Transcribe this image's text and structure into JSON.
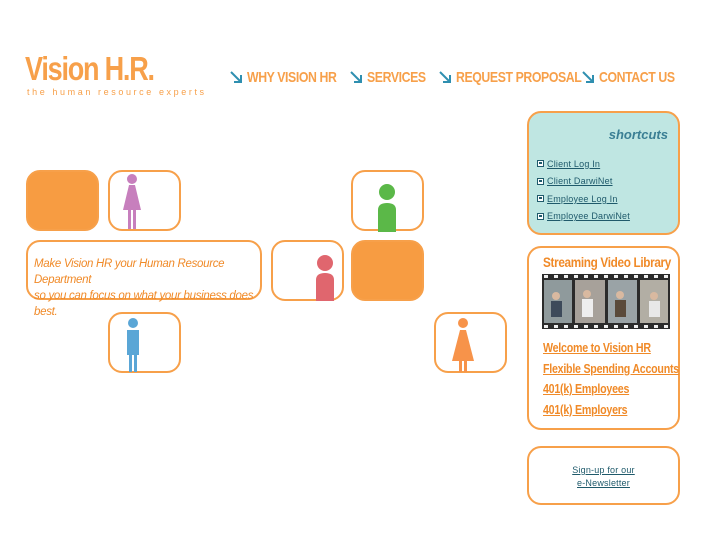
{
  "logo": {
    "title": "Vision H.R.",
    "tagline": "the human resource experts"
  },
  "nav": {
    "items": [
      {
        "label": "WHY VISION HR"
      },
      {
        "label": "SERVICES"
      },
      {
        "label": "REQUEST PROPOSAL"
      },
      {
        "label": "CONTACT US"
      }
    ]
  },
  "mission": {
    "line1": "Make Vision HR your Human Resource Department",
    "line2": "so you can focus on what your business does best."
  },
  "shortcuts": {
    "title": "shortcuts",
    "items": [
      {
        "label": "Client Log In"
      },
      {
        "label": "Client DarwiNet"
      },
      {
        "label": "Employee Log In"
      },
      {
        "label": "Employee DarwiNet"
      }
    ]
  },
  "video": {
    "title": "Streaming Video Library",
    "links": [
      {
        "label": "Welcome to Vision HR"
      },
      {
        "label": "Flexible Spending Accounts"
      },
      {
        "label": "401(k) Employees"
      },
      {
        "label": "401(k) Employers"
      }
    ]
  },
  "newsletter": {
    "line1": "Sign-up for our",
    "line2": "e-Newsletter"
  },
  "colors": {
    "accent": "#f7a04a",
    "shortcuts_bg": "#bfe6e2",
    "figure_purple": "#c77fbd",
    "figure_green": "#5bb848",
    "figure_red": "#e0666e",
    "figure_blue": "#5aa6d6",
    "figure_orange": "#f7934a"
  }
}
